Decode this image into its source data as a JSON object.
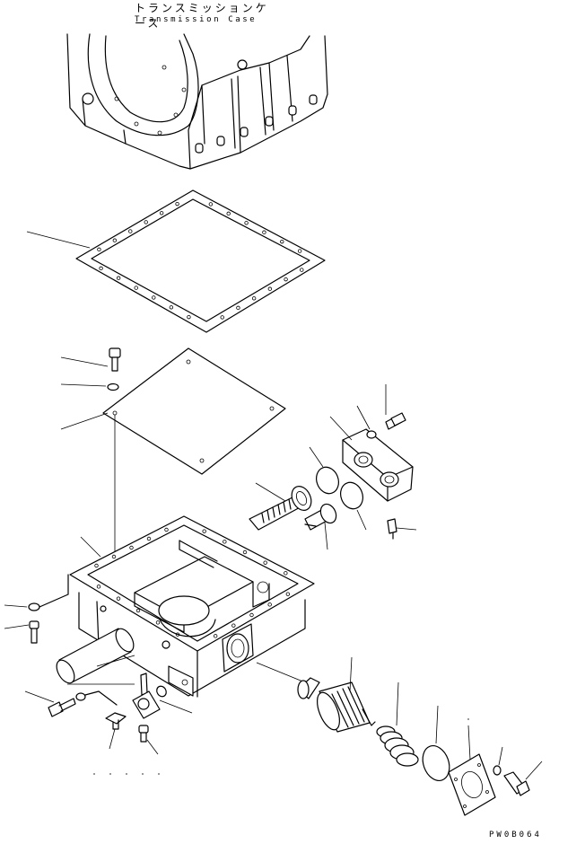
{
  "header": {
    "caption_japanese": "トランスミッションケース",
    "caption_english": "Transmission Case"
  },
  "footer": {
    "drawing_code": "PW0B064"
  },
  "ink_color": "#000000",
  "paper_color": "#ffffff"
}
